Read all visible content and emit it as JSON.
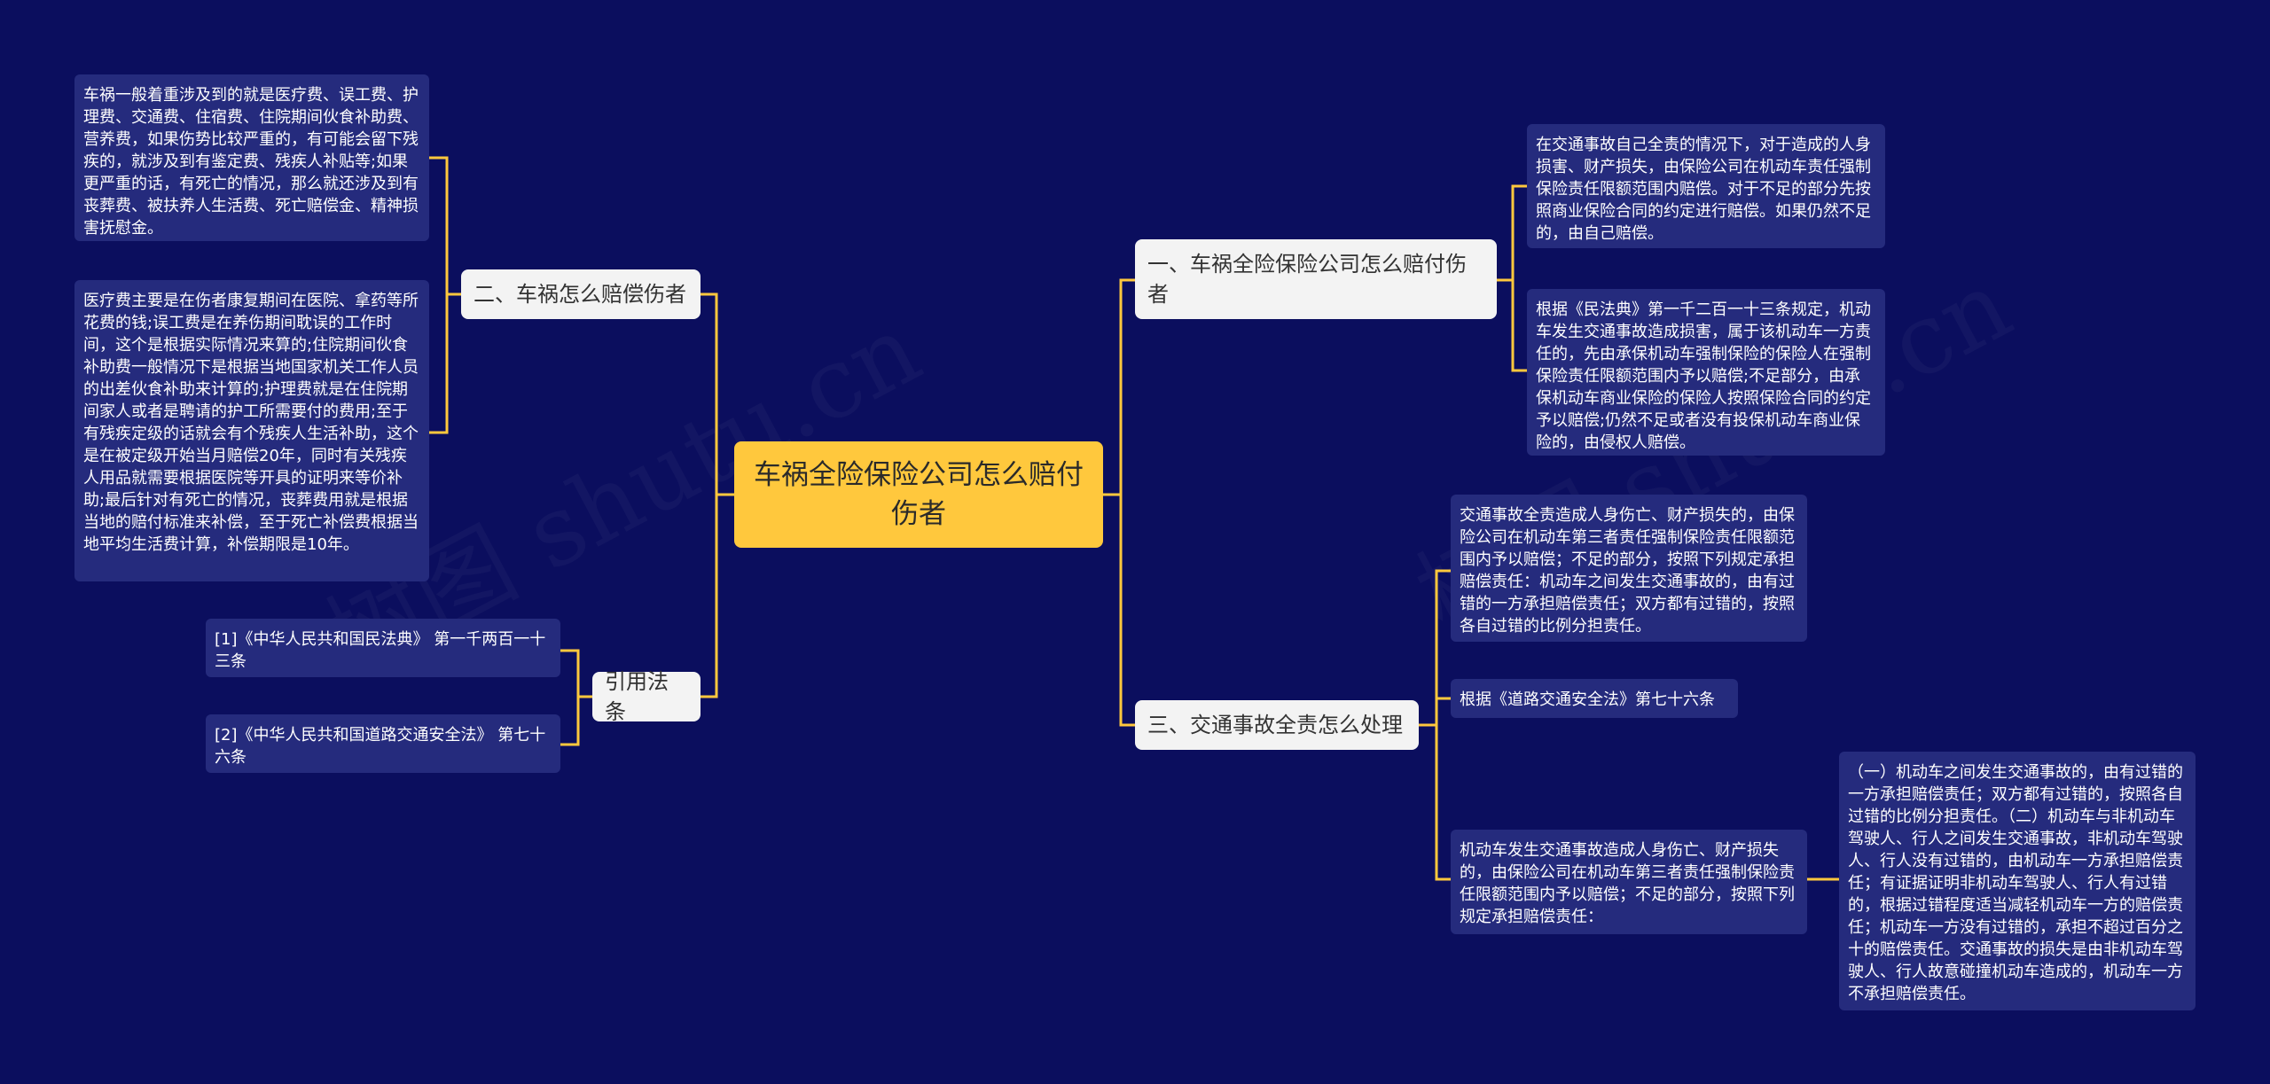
{
  "colors": {
    "background": "#0b0e5e",
    "root": "#ffc83d",
    "branch": "#f3f3f3",
    "leaf": "#252b7d",
    "connector": "#ffc83d"
  },
  "watermark": "树图 shutu.cn",
  "root": {
    "text": "车祸全险保险公司怎么赔付伤者"
  },
  "left_branches": [
    {
      "text": "二、车祸怎么赔偿伤者",
      "children": [
        "车祸一般着重涉及到的就是医疗费、误工费、护理费、交通费、住宿费、住院期间伙食补助费、营养费，如果伤势比较严重的，有可能会留下残疾的，就涉及到有鉴定费、残疾人补贴等;如果更严重的话，有死亡的情况，那么就还涉及到有丧葬费、被扶养人生活费、死亡赔偿金、精神损害抚慰金。",
        "医疗费主要是在伤者康复期间在医院、拿药等所花费的钱;误工费是在养伤期间耽误的工作时间，这个是根据实际情况来算的;住院期间伙食补助费一般情况下是根据当地国家机关工作人员的出差伙食补助来计算的;护理费就是在住院期间家人或者是聘请的护工所需要付的费用;至于有残疾定级的话就会有个残疾人生活补助，这个是在被定级开始当月赔偿20年，同时有关残疾人用品就需要根据医院等开具的证明来等价补助;最后针对有死亡的情况，丧葬费用就是根据当地的赔付标准来补偿，至于死亡补偿费根据当地平均生活费计算，补偿期限是10年。"
      ]
    },
    {
      "text": "引用法条",
      "children": [
        "[1]《中华人民共和国民法典》 第一千两百一十三条",
        "[2]《中华人民共和国道路交通安全法》 第七十六条"
      ]
    }
  ],
  "right_branches": [
    {
      "text": "一、车祸全险保险公司怎么赔付伤者",
      "children": [
        "在交通事故自己全责的情况下，对于造成的人身损害、财产损失，由保险公司在机动车责任强制保险责任限额范围内赔偿。对于不足的部分先按照商业保险合同的约定进行赔偿。如果仍然不足的，由自己赔偿。",
        "根据《民法典》第一千二百一十三条规定，机动车发生交通事故造成损害，属于该机动车一方责任的，先由承保机动车强制保险的保险人在强制保险责任限额范围内予以赔偿;不足部分，由承保机动车商业保险的保险人按照保险合同的约定予以赔偿;仍然不足或者没有投保机动车商业保险的，由侵权人赔偿。"
      ]
    },
    {
      "text": "三、交通事故全责怎么处理",
      "children": [
        "交通事故全责造成人身伤亡、财产损失的，由保险公司在机动车第三者责任强制保险责任限额范围内予以赔偿；不足的部分，按照下列规定承担赔偿责任：机动车之间发生交通事故的，由有过错的一方承担赔偿责任；双方都有过错的，按照各自过错的比例分担责任。",
        "根据《道路交通安全法》第七十六条",
        "机动车发生交通事故造成人身伤亡、财产损失的，由保险公司在机动车第三者责任强制保险责任限额范围内予以赔偿；不足的部分，按照下列规定承担赔偿责任："
      ],
      "grandchild": "（一）机动车之间发生交通事故的，由有过错的一方承担赔偿责任；双方都有过错的，按照各自过错的比例分担责任。（二）机动车与非机动车驾驶人、行人之间发生交通事故，非机动车驾驶人、行人没有过错的，由机动车一方承担赔偿责任；有证据证明非机动车驾驶人、行人有过错的，根据过错程度适当减轻机动车一方的赔偿责任；机动车一方没有过错的，承担不超过百分之十的赔偿责任。交通事故的损失是由非机动车驾驶人、行人故意碰撞机动车造成的，机动车一方不承担赔偿责任。"
    }
  ]
}
